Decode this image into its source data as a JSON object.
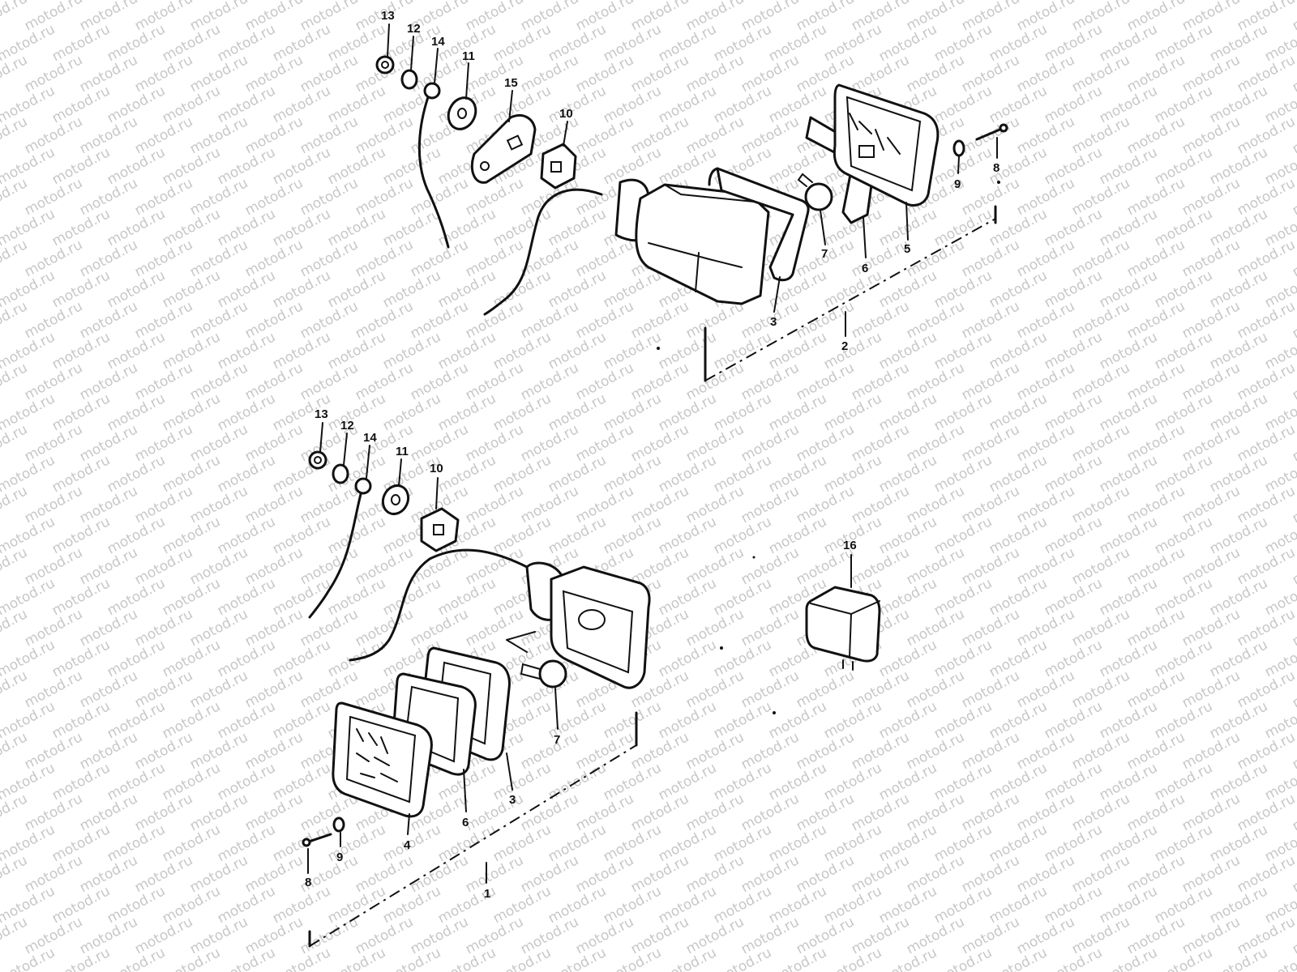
{
  "watermark": "motod.ru",
  "assemblies": [
    {
      "name": "upper",
      "labels": [
        "13",
        "12",
        "14",
        "11",
        "15",
        "10",
        "3",
        "7",
        "6",
        "5",
        "9",
        "8",
        "2"
      ]
    },
    {
      "name": "lower",
      "labels": [
        "13",
        "12",
        "14",
        "11",
        "10",
        "7",
        "3",
        "6",
        "4",
        "9",
        "8",
        "1"
      ]
    }
  ],
  "relay_label": "16"
}
